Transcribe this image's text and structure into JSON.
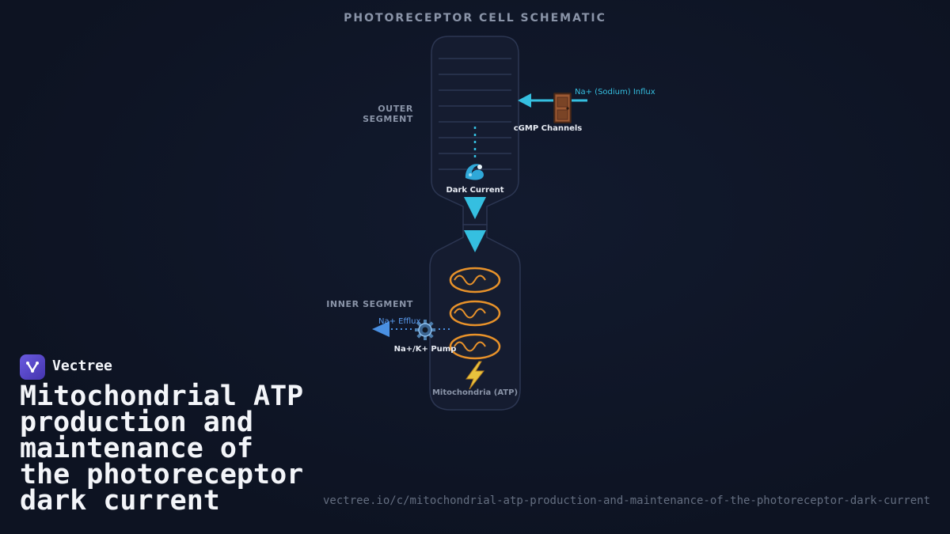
{
  "header": {
    "title": "PHOTORECEPTOR CELL SCHEMATIC"
  },
  "diagram": {
    "outer_segment": {
      "label": "OUTER SEGMENT"
    },
    "inner_segment": {
      "label": "INNER SEGMENT"
    },
    "na_influx": {
      "label": "Na+ (Sodium) Influx"
    },
    "cgmp_channels": {
      "label": "cGMP Channels"
    },
    "dark_current": {
      "label": "Dark Current"
    },
    "na_efflux": {
      "label": "Na+ Efflux"
    },
    "nak_pump": {
      "label": "Na+/K+ Pump"
    },
    "mitochondria": {
      "label": "Mitochondria (ATP)"
    },
    "icons": [
      "door-icon",
      "wave-icon",
      "gear-icon",
      "lightning-icon",
      "mitochondrion-icon",
      "arrow-down-icon",
      "arrow-left-icon"
    ],
    "colors": {
      "cyan": "#35bfe0",
      "orange": "#e8922a",
      "blue": "#4a90e2",
      "yellow": "#e8c23d"
    }
  },
  "footer": {
    "brand": {
      "name": "Vectree"
    },
    "headline": "Mitochondrial ATP production and maintenance of the photoreceptor dark current",
    "headline_lines": [
      "Mitochondrial ATP",
      "production and",
      "maintenance of",
      "the photoreceptor",
      "dark current"
    ],
    "url": "vectree.io/c/mitochondrial-atp-production-and-maintenance-of-the-photoreceptor-dark-current"
  }
}
